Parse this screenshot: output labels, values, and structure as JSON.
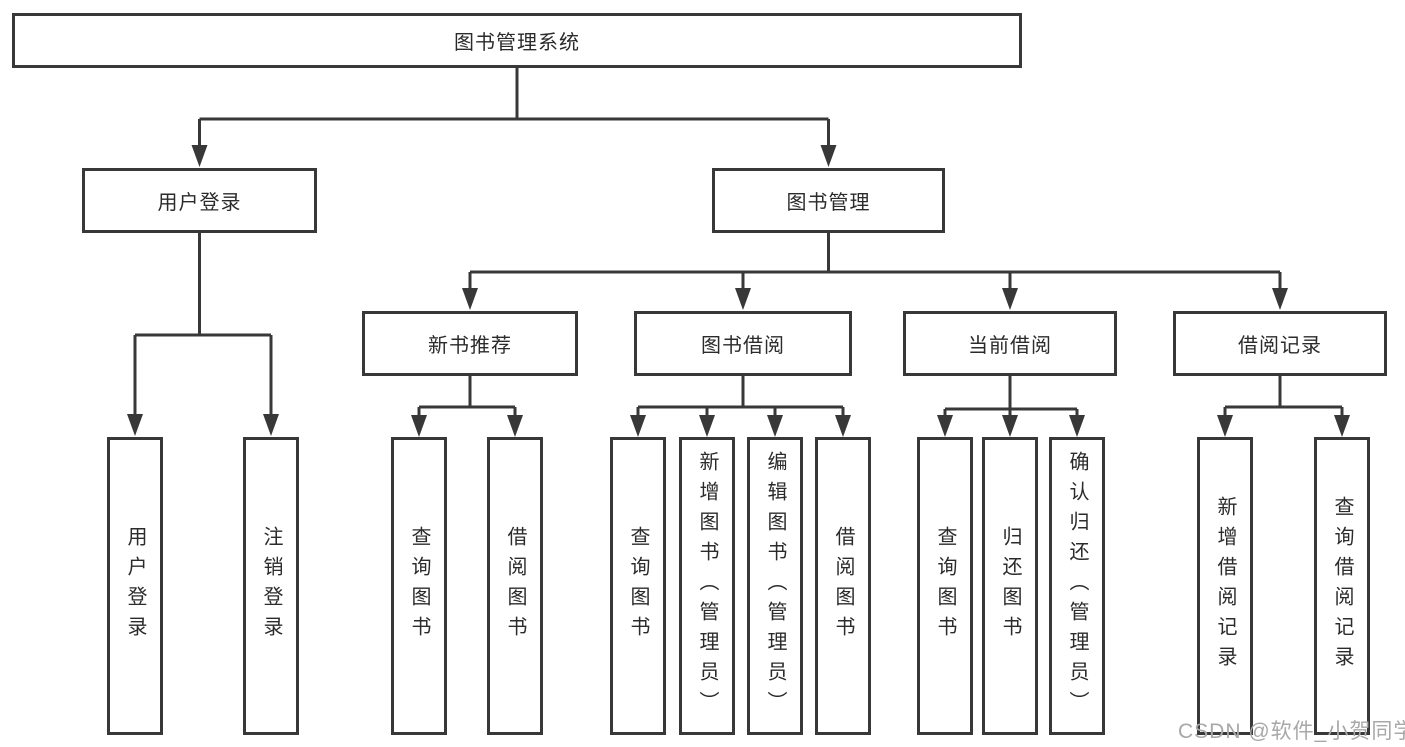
{
  "diagram": {
    "root": {
      "label": "图书管理系统"
    },
    "branches": [
      {
        "label": "用户登录",
        "children": [
          {
            "label": "用户登录"
          },
          {
            "label": "注销登录"
          }
        ]
      },
      {
        "label": "图书管理",
        "children": [
          {
            "label": "新书推荐",
            "children": [
              {
                "label": "查询图书"
              },
              {
                "label": "借阅图书"
              }
            ]
          },
          {
            "label": "图书借阅",
            "children": [
              {
                "label": "查询图书"
              },
              {
                "label": "新增图书（管理员）"
              },
              {
                "label": "编辑图书（管理员）"
              },
              {
                "label": "借阅图书"
              }
            ]
          },
          {
            "label": "当前借阅",
            "children": [
              {
                "label": "查询图书"
              },
              {
                "label": "归还图书"
              },
              {
                "label": "确认归还（管理员）"
              }
            ]
          },
          {
            "label": "借阅记录",
            "children": [
              {
                "label": "新增借阅记录"
              },
              {
                "label": "查询借阅记录"
              }
            ]
          }
        ]
      }
    ]
  },
  "watermark": {
    "text": "CSDN @软件_小贺同学"
  },
  "colors": {
    "line": "#383838",
    "box_border": "#383838",
    "text": "#2b2b2b",
    "watermark": "#a8a8a8",
    "background": "#ffffff"
  }
}
